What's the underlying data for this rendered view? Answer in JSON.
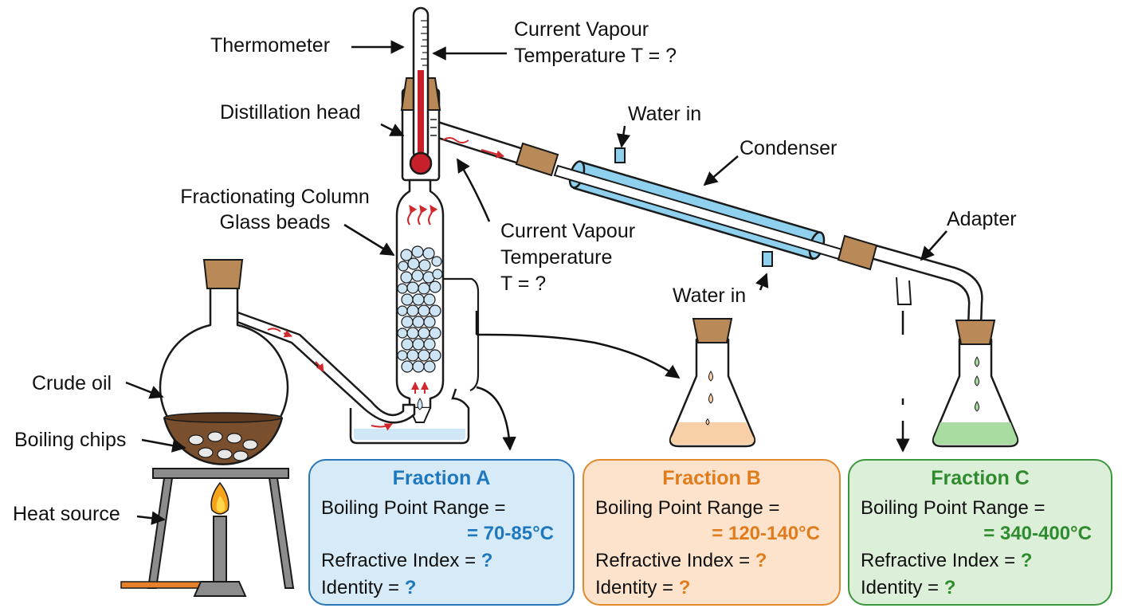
{
  "labels": {
    "thermometer": "Thermometer",
    "vapour_top_1": "Current Vapour",
    "vapour_top_2": "Temperature T = ?",
    "distillation_head": "Distillation head",
    "water_in_top": "Water in",
    "condenser": "Condenser",
    "fractionating_1": "Fractionating Column",
    "fractionating_2": "Glass beads",
    "vapour_mid_1": "Current Vapour",
    "vapour_mid_2": "Temperature",
    "vapour_mid_3": "T = ?",
    "adapter": "Adapter",
    "water_in_bottom": "Water in",
    "crude_oil": "Crude oil",
    "boiling_chips": "Boiling chips",
    "heat_source": "Heat source"
  },
  "fractions": [
    {
      "title": "Fraction A",
      "bp_label": "Boiling Point Range =",
      "bp_value": "= 70-85°C",
      "ri_label": "Refractive Index =",
      "ri_value": "?",
      "id_label": "Identity =",
      "id_value": "?",
      "accent": "#1f78bd",
      "border": "#2a75b5",
      "fill": "#d6ebf7"
    },
    {
      "title": "Fraction B",
      "bp_label": "Boiling Point Range =",
      "bp_value": "= 120-140°C",
      "ri_label": "Refractive Index =",
      "ri_value": "?",
      "id_label": "Identity =",
      "id_value": "?",
      "accent": "#e07c1c",
      "border": "#e0892e",
      "fill": "#fde3cc"
    },
    {
      "title": "Fraction C",
      "bp_label": "Boiling Point Range =",
      "bp_value": "= 340-400°C",
      "ri_label": "Refractive Index =",
      "ri_value": "?",
      "id_label": "Identity =",
      "id_value": "?",
      "accent": "#2e8b2e",
      "border": "#3c963c",
      "fill": "#dcefd8"
    }
  ],
  "colors": {
    "glass": "#ffffff",
    "outline": "#1a1a1a",
    "cork": "#b98a58",
    "condenser_water": "#8fd0ef",
    "crude_oil": "#7a4f2e",
    "beads": "#cde4f4",
    "vapour_arrow": "#d0282c",
    "liquid_a": "#cfe7f6",
    "liquid_b": "#f9cfa8",
    "liquid_c": "#a8dca0",
    "flame_outer": "#f7a21b",
    "flame_inner": "#ffd84a",
    "stand": "#8c8c8c",
    "gas_hose": "#e8802a"
  }
}
